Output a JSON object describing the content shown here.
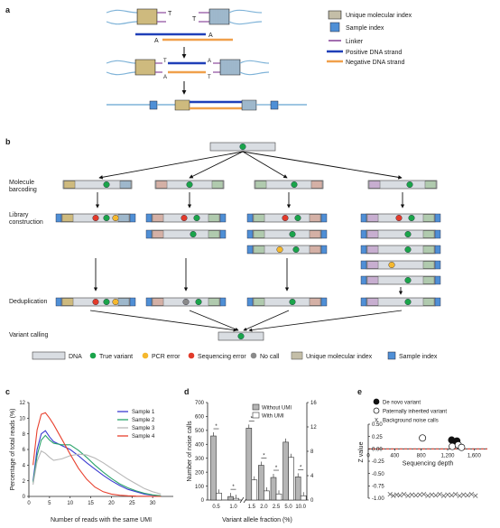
{
  "panels": {
    "a": "a",
    "b": "b",
    "c": "c",
    "d": "d",
    "e": "e"
  },
  "panel_a": {
    "legend": [
      {
        "key": "umi",
        "label": "Unique molecular index"
      },
      {
        "key": "sample",
        "label": "Sample index"
      },
      {
        "key": "linker",
        "label": "Linker"
      },
      {
        "key": "pos",
        "label": "Positive DNA strand"
      },
      {
        "key": "neg",
        "label": "Negative DNA strand"
      }
    ],
    "base_t": "T",
    "base_a": "A",
    "colors": {
      "pos": "#1f3fb8",
      "neg": "#f0a04b",
      "umi_fill": "#ffe9a6",
      "sample": "#4f8fd6",
      "linker": "#8b4a9c",
      "dna": "#d9dde2",
      "adapter": "#7fb3d8"
    }
  },
  "panel_b": {
    "steps": [
      "Molecule barcoding",
      "Library construction",
      "Deduplication",
      "Variant calling"
    ],
    "legend": [
      {
        "key": "dna",
        "label": "DNA"
      },
      {
        "key": "true",
        "label": "True variant"
      },
      {
        "key": "pcr",
        "label": "PCR error"
      },
      {
        "key": "seq",
        "label": "Sequencing error"
      },
      {
        "key": "nocall",
        "label": "No call"
      },
      {
        "key": "umi",
        "label": "Unique molecular index"
      },
      {
        "key": "sample",
        "label": "Sample index"
      }
    ],
    "colors": {
      "true": "#1aa44a",
      "pcr": "#f5b82e",
      "seq": "#e23b2b",
      "nocall": "#8a8a8a"
    }
  },
  "chart_data": [
    {
      "type": "line",
      "panel": "c",
      "xlabel": "Number of reads with the same UMI",
      "ylabel": "Percentage of total reads (%)",
      "xlim": [
        0,
        35
      ],
      "ylim": [
        0,
        12
      ],
      "xticks": [
        0,
        5,
        10,
        15,
        20,
        25,
        30
      ],
      "yticks": [
        0,
        2,
        4,
        6,
        8,
        10,
        12
      ],
      "x": [
        1,
        2,
        3,
        4,
        5,
        6,
        8,
        10,
        12,
        14,
        16,
        18,
        20,
        22,
        24,
        26,
        28,
        30,
        32
      ],
      "series": [
        {
          "name": "Sample 1",
          "color": "#3b3bd1",
          "values": [
            2.0,
            6.0,
            8.0,
            8.4,
            7.6,
            7.0,
            6.5,
            6.0,
            5.2,
            4.3,
            3.5,
            2.7,
            2.0,
            1.4,
            0.9,
            0.6,
            0.3,
            0.15,
            0.05
          ]
        },
        {
          "name": "Sample 2",
          "color": "#2aa36b",
          "values": [
            1.8,
            5.2,
            7.2,
            7.8,
            7.2,
            6.8,
            6.6,
            6.6,
            5.9,
            5.0,
            4.0,
            3.1,
            2.3,
            1.6,
            1.1,
            0.7,
            0.4,
            0.2,
            0.08
          ]
        },
        {
          "name": "Sample 3",
          "color": "#b7b7b7",
          "values": [
            1.5,
            4.5,
            5.8,
            5.5,
            5.0,
            4.6,
            4.8,
            5.2,
            5.4,
            5.3,
            4.9,
            4.3,
            3.6,
            2.9,
            2.2,
            1.6,
            1.0,
            0.6,
            0.3
          ]
        },
        {
          "name": "Sample 4",
          "color": "#e8402e",
          "values": [
            4.0,
            8.5,
            10.5,
            10.7,
            10.0,
            9.2,
            7.3,
            5.4,
            3.6,
            2.2,
            1.2,
            0.6,
            0.3,
            0.15,
            0.08,
            0.04,
            0.02,
            0.01,
            0.0
          ]
        }
      ]
    },
    {
      "type": "bar",
      "panel": "d",
      "xlabel": "Variant allele fraction (%)",
      "ylabel": "Number of noise calls",
      "categories": [
        "0.5",
        "1.0",
        "1.5",
        "2.0",
        "2.5",
        "5.0",
        "10.0"
      ],
      "axis_break_after": 1,
      "ylim_left": [
        0,
        700
      ],
      "yticks_left": [
        0,
        100,
        200,
        300,
        400,
        500,
        600,
        700
      ],
      "ylim_right": [
        0,
        16
      ],
      "yticks_right": [
        0,
        4,
        8,
        12,
        16
      ],
      "left_axis_categories": [
        "0.5",
        "1.0"
      ],
      "series": [
        {
          "name": "Without UMI",
          "color": "#b5b5b5",
          "values": [
            460,
            25,
            11.8,
            5.7,
            3.7,
            9.5,
            3.8
          ]
        },
        {
          "name": "With UMI",
          "color": "#ffffff",
          "values": [
            50,
            12,
            3.3,
            1.5,
            1.0,
            7.0,
            0.7
          ]
        }
      ],
      "significance": [
        true,
        true,
        true,
        true,
        true,
        false,
        true
      ],
      "sig_symbol": "*"
    },
    {
      "type": "scatter",
      "panel": "e",
      "xlabel": "Sequencing depth",
      "ylabel": "Z value",
      "xlim": [
        0,
        1800
      ],
      "ylim": [
        -1.0,
        0.5
      ],
      "xticks": [
        0,
        400,
        800,
        1200,
        1600
      ],
      "xtick_labels": [
        "0",
        "400",
        "800",
        "1,200",
        "1,600"
      ],
      "yticks": [
        -1.0,
        -0.75,
        -0.5,
        -0.25,
        0,
        0.25,
        0.5
      ],
      "ytick_labels": [
        "-1.00",
        "-0.75",
        "-0.50",
        "-0.25",
        "0.00",
        "0.25",
        "0.50"
      ],
      "legend_position": "top",
      "series": [
        {
          "name": "De novo variant",
          "marker": "filled-circle",
          "points": [
            [
              1260,
              0.18
            ],
            [
              1310,
              0.12
            ],
            [
              1340,
              0.16
            ]
          ]
        },
        {
          "name": "Paternally inherited variant",
          "marker": "open-circle",
          "points": [
            [
              820,
              0.22
            ],
            [
              1270,
              0.05
            ],
            [
              1360,
              0.08
            ],
            [
              1410,
              0.03
            ]
          ]
        },
        {
          "name": "Background noise calls",
          "marker": "x",
          "points": [
            [
              330,
              -0.92
            ],
            [
              380,
              -0.95
            ],
            [
              430,
              -0.93
            ],
            [
              480,
              -0.94
            ],
            [
              540,
              -0.92
            ],
            [
              600,
              -0.95
            ],
            [
              660,
              -0.93
            ],
            [
              720,
              -0.94
            ],
            [
              780,
              -0.93
            ],
            [
              840,
              -0.92
            ],
            [
              900,
              -0.95
            ],
            [
              960,
              -0.93
            ],
            [
              1020,
              -0.94
            ],
            [
              1080,
              -0.92
            ],
            [
              1140,
              -0.95
            ],
            [
              1200,
              -0.93
            ],
            [
              1260,
              -0.94
            ],
            [
              1320,
              -0.92
            ],
            [
              1380,
              -0.95
            ],
            [
              1440,
              -0.93
            ],
            [
              1500,
              -0.94
            ],
            [
              1560,
              -0.92
            ],
            [
              1620,
              -0.95
            ]
          ]
        }
      ]
    }
  ]
}
